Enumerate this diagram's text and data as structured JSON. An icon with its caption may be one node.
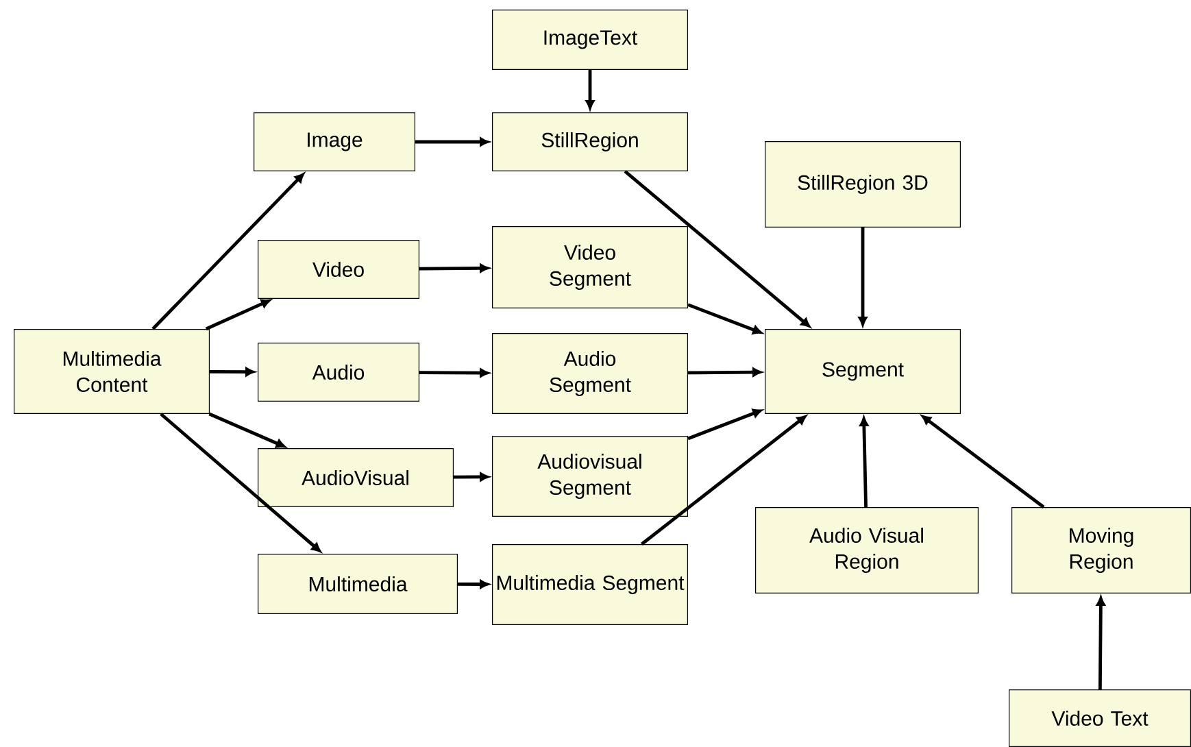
{
  "diagram": {
    "nodes": [
      {
        "text": [
          "Multimedia Content"
        ]
      },
      {
        "text": [
          "Image"
        ]
      },
      {
        "text": [
          "Video"
        ]
      },
      {
        "text": [
          "Audio"
        ]
      },
      {
        "text": [
          "AudioVisual"
        ]
      },
      {
        "text": [
          "Multimedia"
        ]
      },
      {
        "text": [
          "ImageText"
        ]
      },
      {
        "text": [
          "StillRegion"
        ]
      },
      {
        "text": [
          "Video Segment"
        ]
      },
      {
        "text": [
          "Audio Segment"
        ]
      },
      {
        "text": [
          "Audiovisual Segment"
        ]
      },
      {
        "text": [
          "Multimedia Segment"
        ]
      },
      {
        "text": [
          "StillRegion 3D"
        ]
      },
      {
        "text": [
          "Segment"
        ]
      },
      {
        "text": [
          "Audio Visual Region"
        ]
      },
      {
        "text": [
          "Moving Region"
        ]
      },
      {
        "text": [
          "Video Text"
        ]
      }
    ],
    "edges": [
      {
        "from": 0,
        "to": 1,
        "arrow": "to"
      },
      {
        "from": 0,
        "to": 2,
        "arrow": "to"
      },
      {
        "from": 0,
        "to": 3,
        "arrow": "to"
      },
      {
        "from": 0,
        "to": 4,
        "arrow": "to"
      },
      {
        "from": 0,
        "to": 5,
        "arrow": "to"
      },
      {
        "from": 1,
        "to": 7,
        "arrow": "to"
      },
      {
        "from": 6,
        "to": 7,
        "arrow": "to"
      },
      {
        "from": 2,
        "to": 8,
        "arrow": "to"
      },
      {
        "from": 3,
        "to": 9,
        "arrow": "to"
      },
      {
        "from": 4,
        "to": 10,
        "arrow": "to"
      },
      {
        "from": 5,
        "to": 11,
        "arrow": "to"
      },
      {
        "from": 7,
        "to": 13,
        "arrow": "to"
      },
      {
        "from": 8,
        "to": 13,
        "arrow": "to"
      },
      {
        "from": 9,
        "to": 13,
        "arrow": "to"
      },
      {
        "from": 10,
        "to": 13,
        "arrow": "to"
      },
      {
        "from": 11,
        "to": 13,
        "arrow": "to"
      },
      {
        "from": 12,
        "to": 13,
        "arrow": "to"
      },
      {
        "from": 14,
        "to": 13,
        "arrow": "to"
      },
      {
        "from": 15,
        "to": 13,
        "arrow": "to"
      },
      {
        "from": 16,
        "to": 15,
        "arrow": "to"
      }
    ]
  }
}
